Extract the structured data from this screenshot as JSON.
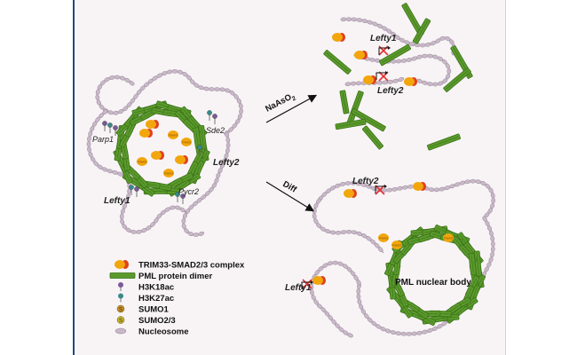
{
  "colors": {
    "panel_bg": "#f8f4f6",
    "pml_green": "#5a9a2c",
    "pml_green_dark": "#3d7318",
    "trim33_orange": "#f2a60c",
    "smad_red": "#e0401e",
    "nucleosome": "#c8b8c8",
    "dna_line": "#9a8a9a",
    "h3k18ac": "#7a5a9a",
    "h3k27ac": "#3a8a8a",
    "sumo1": "#c8902a",
    "sumo23": "#c8b830",
    "x_mark": "#e53030"
  },
  "genes": {
    "parp1": "Parp1",
    "sde2": "Sde2",
    "lefty2_left": "Lefty2",
    "lefty1_left": "Lefty1",
    "pycr2": "Pycr2",
    "lefty1_top": "Lefty1",
    "lefty2_top": "Lefty2",
    "lefty2_bottom": "Lefty2",
    "lefty1_bottom": "Lefty1"
  },
  "arrows": {
    "top_label": "NaAsO",
    "top_sub": "2",
    "bottom_label": "Diff"
  },
  "complex_label": "TRIM33",
  "pml_body_label": "PML nuclear body",
  "legend": [
    {
      "icon": "trim33-smad-complex-icon",
      "label": "TRIM33-SMAD2/3 complex"
    },
    {
      "icon": "pml-dimer-icon",
      "label": "PML protein dimer"
    },
    {
      "icon": "h3k18ac-icon",
      "label": "H3K18ac"
    },
    {
      "icon": "h3k27ac-icon",
      "label": "H3K27ac"
    },
    {
      "icon": "sumo1-icon",
      "label": "SUMO1",
      "glyph": "S"
    },
    {
      "icon": "sumo23-icon",
      "label": "SUMO2/3",
      "glyph": "S"
    },
    {
      "icon": "nucleosome-icon",
      "label": "Nucleosome"
    }
  ]
}
